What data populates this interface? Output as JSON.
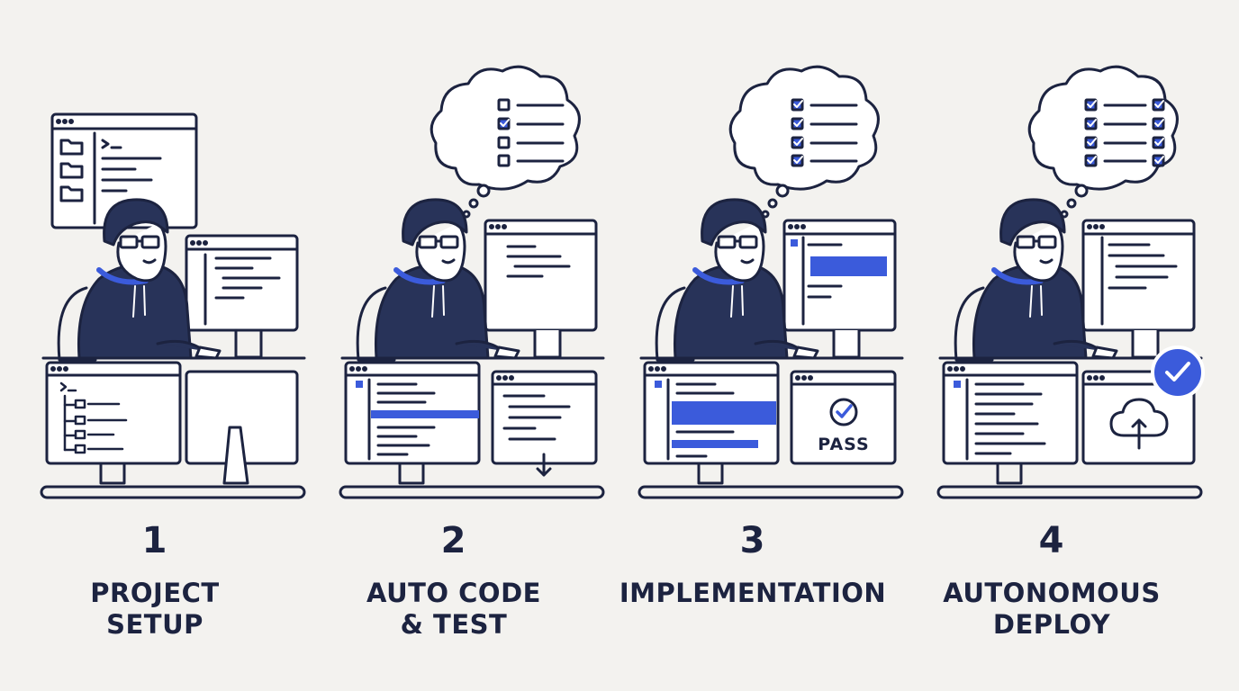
{
  "colors": {
    "background": "#f3f2ef",
    "ink": "#1c2340",
    "hoodie": "#283359",
    "accent": "#3b5bdb",
    "screen": "#ffffff"
  },
  "steps": [
    {
      "number": "1",
      "label_line1": "PROJECT",
      "label_line2": "SETUP",
      "icon": "folder-tree-icon"
    },
    {
      "number": "2",
      "label_line1": "AUTO CODE",
      "label_line2": "& TEST",
      "icon": "download-arrow-icon"
    },
    {
      "number": "3",
      "label_line1": "IMPLEMENTATION",
      "label_line2": "",
      "icon": "check-circle-icon",
      "badge": "PASS"
    },
    {
      "number": "4",
      "label_line1": "AUTONOMOUS",
      "label_line2": "DEPLOY",
      "icon": "cloud-upload-icon"
    }
  ],
  "thought_checklists": [
    [],
    [
      false,
      true,
      false,
      false
    ],
    [
      true,
      true,
      true,
      true
    ],
    [
      true,
      true,
      true,
      true
    ]
  ]
}
